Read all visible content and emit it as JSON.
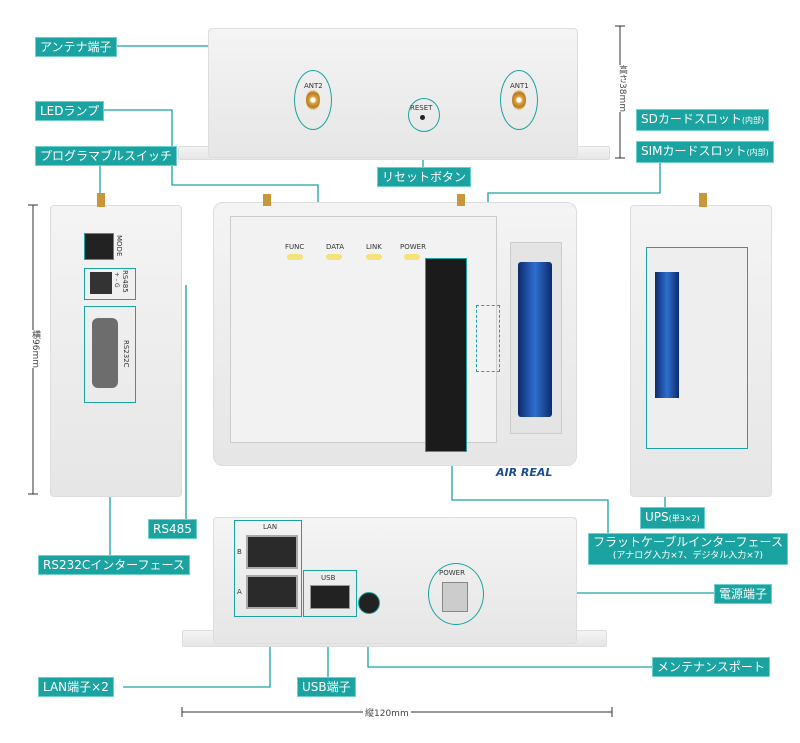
{
  "labels": {
    "antenna": "アンテナ端子",
    "led": "LEDランプ",
    "switch": "プログラマブルスイッチ",
    "reset": "リセットボタン",
    "sd": "SDカードスロット",
    "sd_note": "(内部)",
    "sim": "SIMカードスロット",
    "sim_note": "(内部)",
    "rs485": "RS485",
    "rs232c": "RS232Cインターフェース",
    "ups": "UPS",
    "ups_note": "(単3×2)",
    "flat": "フラットケーブルインターフェース",
    "flat_note": "(アナログ入力×7、デジタル入力×7)",
    "power": "電源端子",
    "maint": "メンテナンスポート",
    "lan": "LAN端子×2",
    "usb": "USB端子"
  },
  "dimensions": {
    "height": "高さ38mm",
    "width": "横96mm",
    "length": "縦120mm"
  },
  "device_text": {
    "ant2": "ANT2",
    "ant1": "ANT1",
    "reset": "RESET",
    "func": "FUNC",
    "data": "DATA",
    "link": "LINK",
    "power": "POWER",
    "mode": "MODE",
    "rs485": "RS485",
    "rs485_pins": "+ - G",
    "rs232c": "RS232C",
    "brand": "AIR REAL",
    "lan": "LAN",
    "lan_b": "B",
    "lan_a": "A",
    "usb": "USB",
    "power_port": "POWER"
  },
  "colors": {
    "accent": "#1aa3a0"
  }
}
